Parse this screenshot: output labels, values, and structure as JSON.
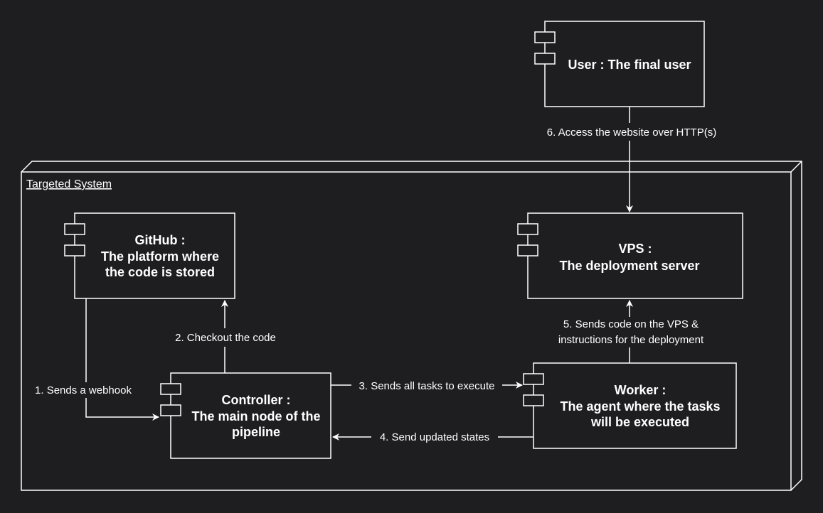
{
  "system": {
    "title": "Targeted System"
  },
  "nodes": {
    "user": {
      "name": "User : The final user"
    },
    "github": {
      "name": "GitHub :",
      "desc_1": "The platform where",
      "desc_2": "the code is stored"
    },
    "vps": {
      "name": "VPS :",
      "desc_1": "The deployment server"
    },
    "controller": {
      "name": "Controller :",
      "desc_1": "The main node of the",
      "desc_2": "pipeline"
    },
    "worker": {
      "name": "Worker :",
      "desc_1": "The agent where the tasks",
      "desc_2": "will be executed"
    }
  },
  "edges": {
    "e1": "1. Sends a webhook",
    "e2": "2. Checkout the code",
    "e3": "3. Sends all tasks to execute",
    "e4": "4. Send updated states",
    "e5_line1": "5. Sends code on the VPS &",
    "e5_line2": "instructions for the deployment",
    "e6": "6. Access the website over HTTP(s)"
  },
  "colors": {
    "background": "#1e1e21",
    "stroke": "#ffffff"
  }
}
